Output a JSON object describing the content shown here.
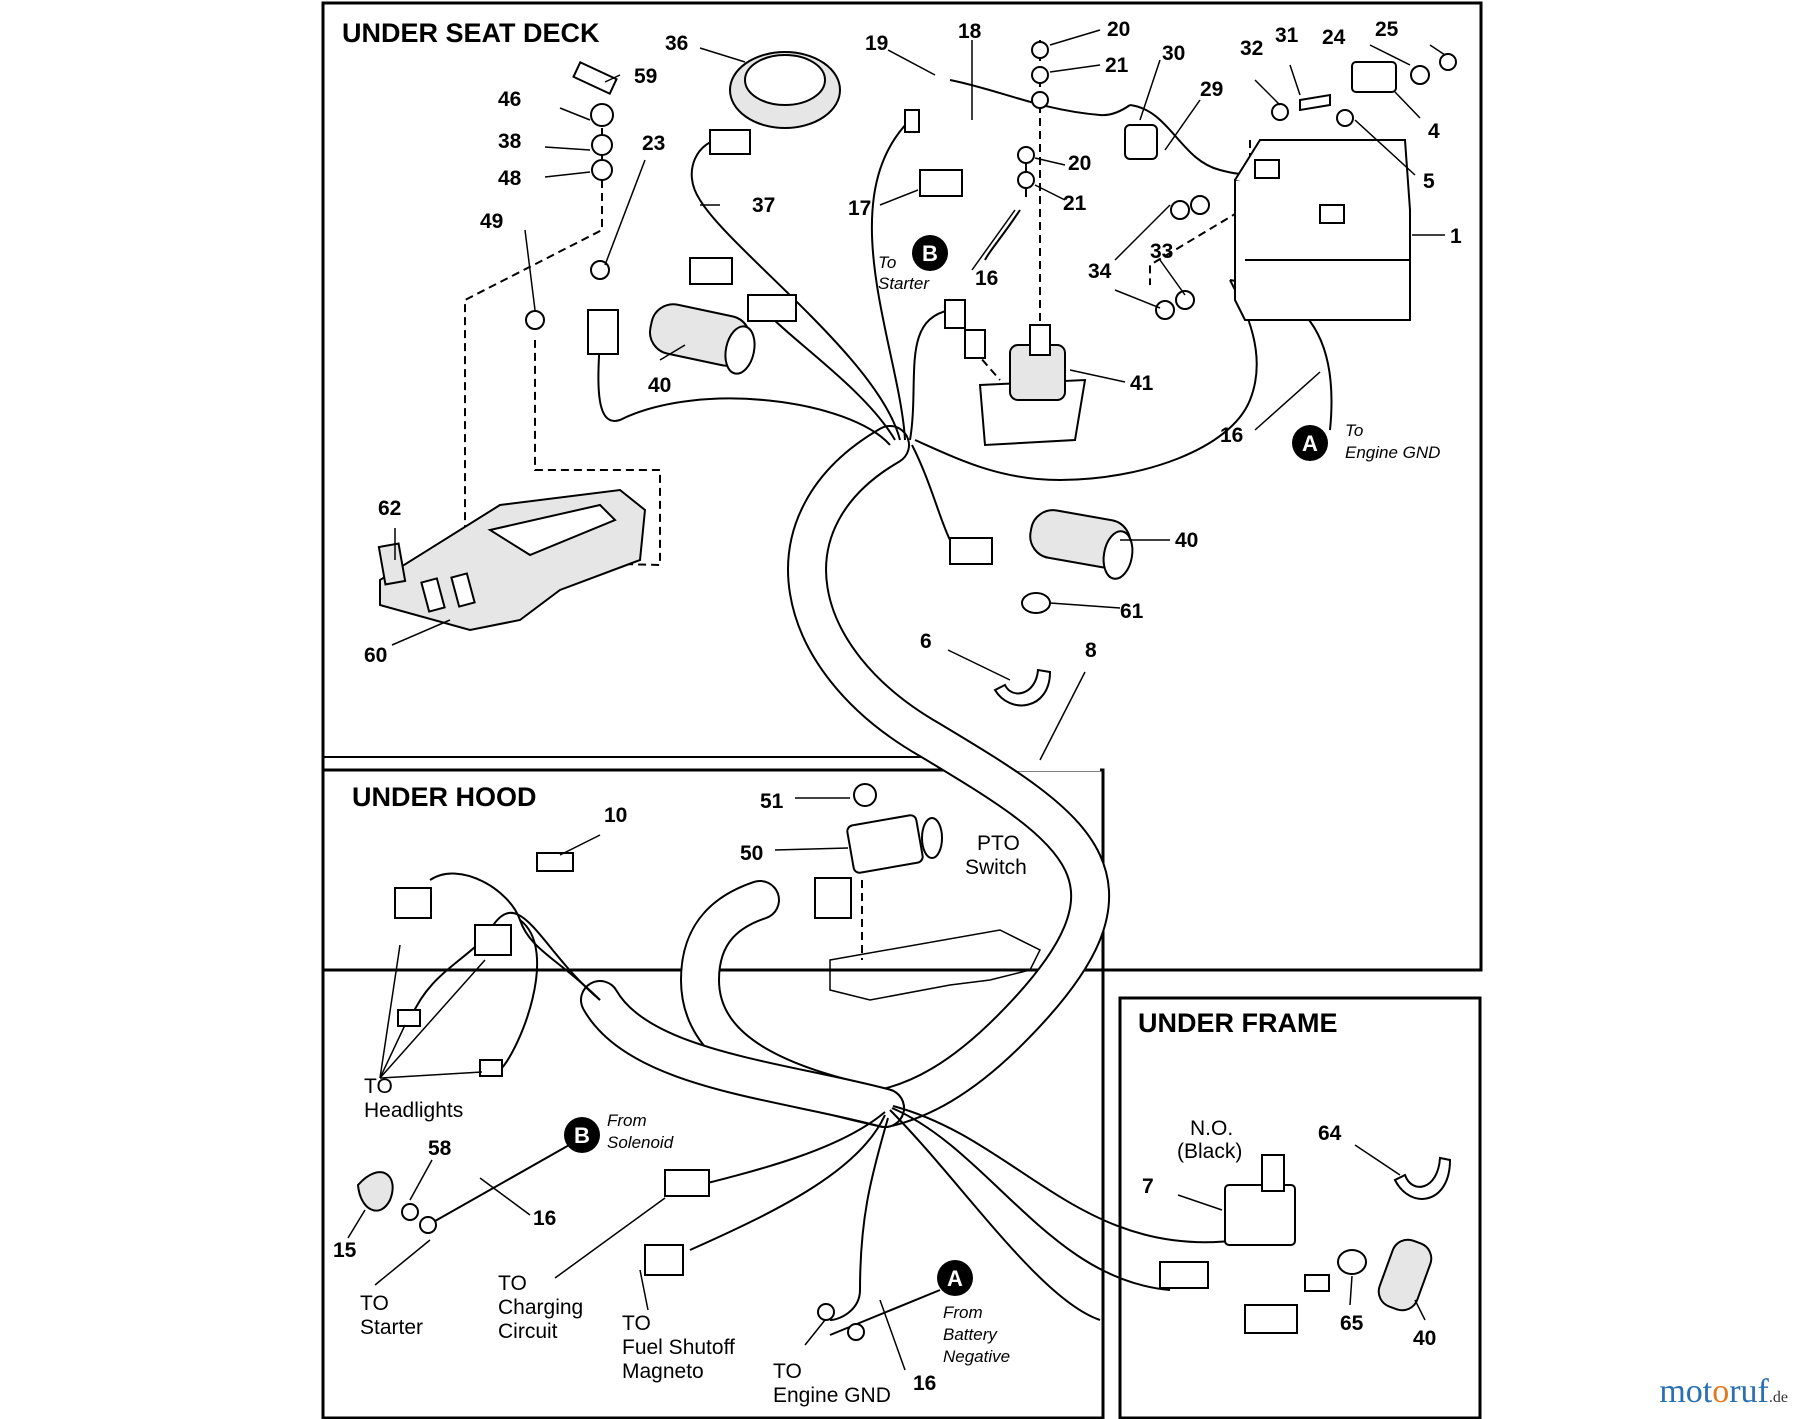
{
  "sections": {
    "seat": "UNDER SEAT DECK",
    "hood": "UNDER HOOD",
    "frame": "UNDER FRAME"
  },
  "labels": {
    "to_starter_top": [
      "To",
      "Starter"
    ],
    "to_engine_gnd_top": [
      "To",
      "Engine GND"
    ],
    "pto_switch": [
      "PTO",
      "Switch"
    ],
    "to_headlights": [
      "TO",
      "Headlights"
    ],
    "from_solenoid": [
      "From",
      "Solenoid"
    ],
    "to_starter_bottom": [
      "TO",
      "Starter"
    ],
    "to_charging": [
      "TO",
      "Charging",
      "Circuit"
    ],
    "to_fuel": [
      "TO",
      "Fuel Shutoff",
      "Magneto"
    ],
    "to_engine_gnd_bottom": [
      "TO",
      "Engine GND"
    ],
    "from_battery": [
      "From",
      "Battery",
      "Negative"
    ],
    "no_black": [
      "N.O.",
      "(Black)"
    ]
  },
  "callouts": {
    "a": "A",
    "b": "B"
  },
  "part_numbers": {
    "p36": "36",
    "p19": "19",
    "p18": "18",
    "p20a": "20",
    "p21a": "21",
    "p30": "30",
    "p32": "32",
    "p31": "31",
    "p24": "24",
    "p25": "25",
    "p4": "4",
    "p29": "29",
    "p5": "5",
    "p1": "1",
    "p59": "59",
    "p46": "46",
    "p23": "23",
    "p38": "38",
    "p48": "48",
    "p37": "37",
    "p17": "17",
    "p20b": "20",
    "p21b": "21",
    "p49": "49",
    "p16a": "16",
    "p34": "34",
    "p33": "33",
    "p40a": "40",
    "p41": "41",
    "p16b": "16",
    "p62": "62",
    "p40b": "40",
    "p61": "61",
    "p60": "60",
    "p6": "6",
    "p8": "8",
    "p10": "10",
    "p51": "51",
    "p50": "50",
    "p58": "58",
    "p16c": "16",
    "p15": "15",
    "p16d": "16",
    "p7": "7",
    "p64": "64",
    "p65": "65",
    "p40c": "40"
  },
  "watermark": "motoruf.de"
}
